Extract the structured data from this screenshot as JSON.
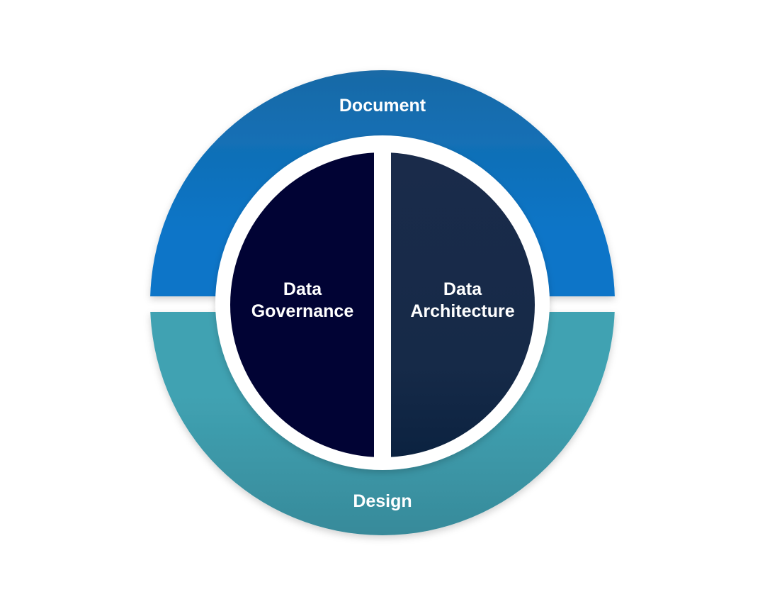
{
  "diagram": {
    "outer_ring": {
      "top": {
        "label": "Document",
        "color": "#0875c8",
        "color_top": "#1a6aa6"
      },
      "bottom": {
        "label": "Design",
        "color": "#40a2b2",
        "color_bottom": "#378c9c"
      }
    },
    "core": {
      "left": {
        "line1": "Data",
        "line2": "Governance",
        "color": "#010334"
      },
      "right": {
        "line1": "Data",
        "line2": "Architecture",
        "color": "#1a2b4a"
      }
    },
    "background": "#ffffff"
  }
}
